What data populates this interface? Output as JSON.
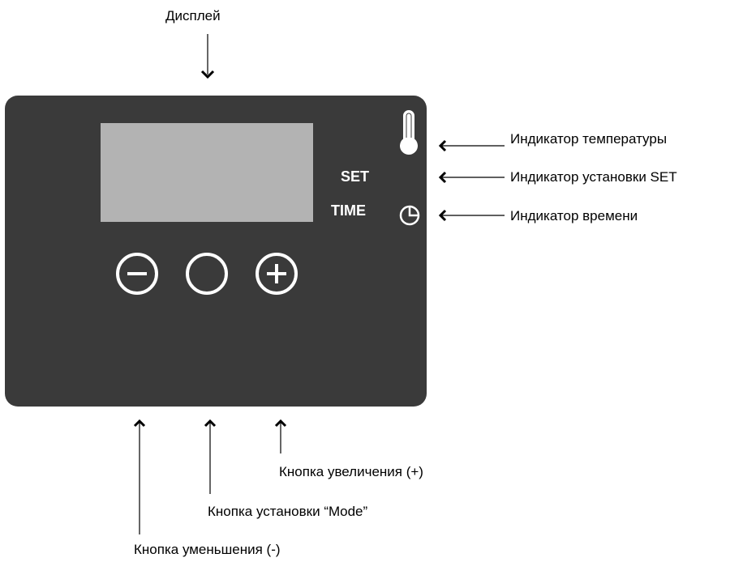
{
  "labels": {
    "display": "Дисплей",
    "temp_indicator": "Индикатор температуры",
    "set_indicator": "Индикатор установки  SET",
    "time_indicator": "Индикатор времени",
    "plus_button": "Кнопка увеличения (+)",
    "mode_button": "Кнопка установки “Mode”",
    "minus_button": "Кнопка уменьшения (-)"
  },
  "panel": {
    "set_text": "SET",
    "time_text": "TIME",
    "color": "#3a3a3a",
    "display_color": "#b3b3b3"
  },
  "icons": [
    "thermometer-icon",
    "clock-icon",
    "minus-circle-icon",
    "mode-circle-icon",
    "plus-circle-icon"
  ]
}
